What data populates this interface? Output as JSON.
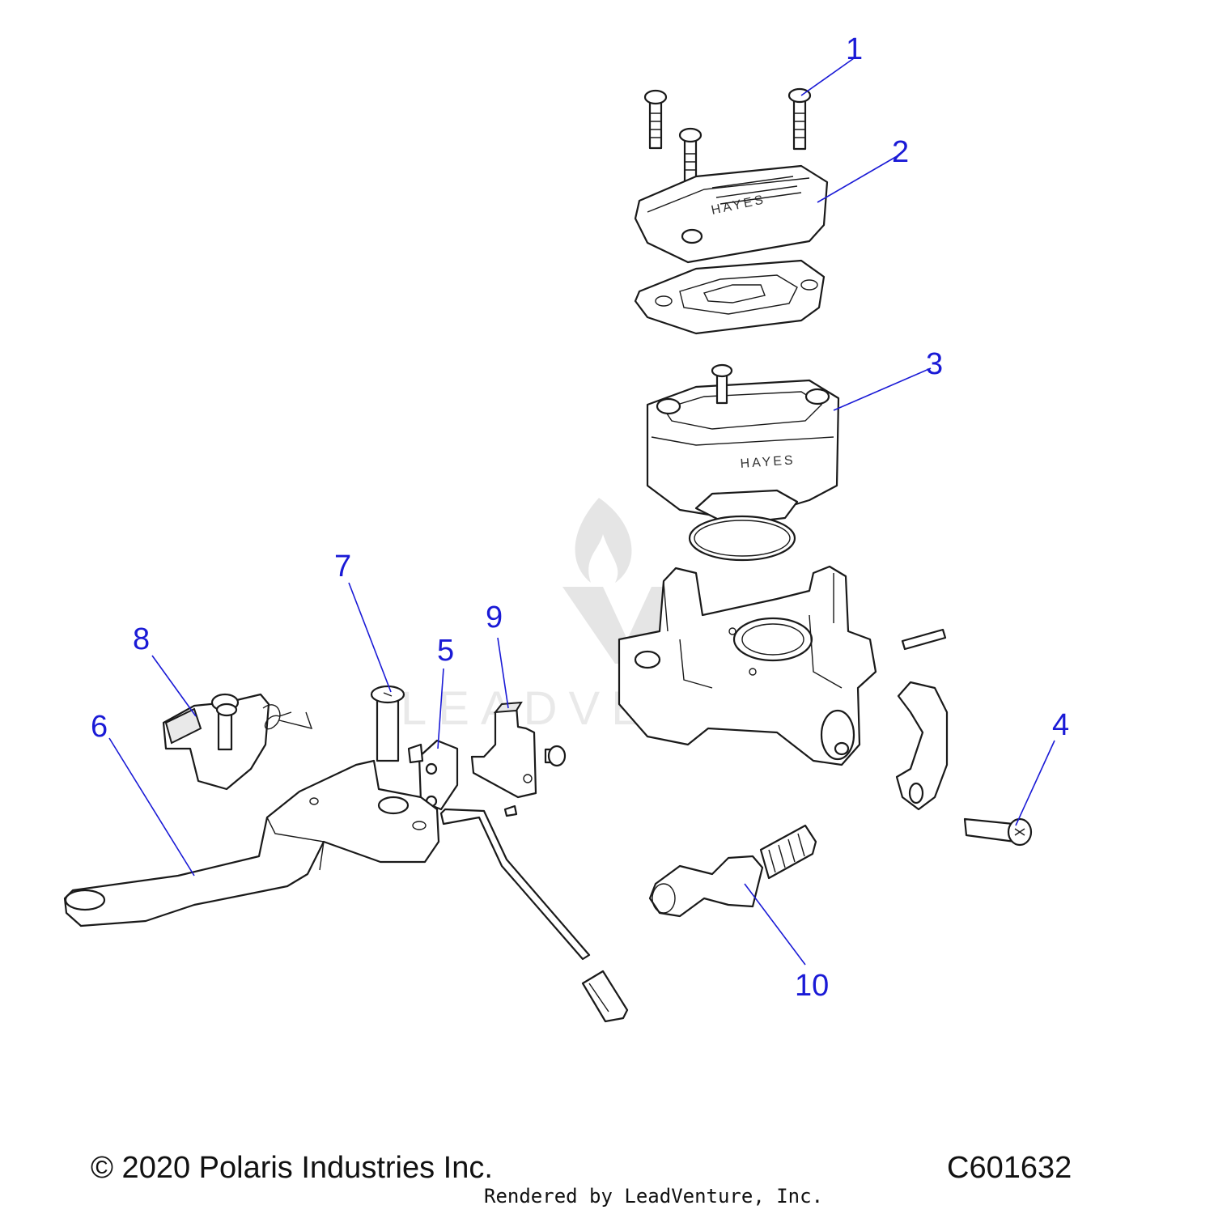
{
  "callouts": [
    {
      "id": "1",
      "label": "1"
    },
    {
      "id": "2",
      "label": "2"
    },
    {
      "id": "3",
      "label": "3"
    },
    {
      "id": "4",
      "label": "4"
    },
    {
      "id": "5",
      "label": "5"
    },
    {
      "id": "6",
      "label": "6"
    },
    {
      "id": "7",
      "label": "7"
    },
    {
      "id": "8",
      "label": "8"
    },
    {
      "id": "9",
      "label": "9"
    },
    {
      "id": "10",
      "label": "10"
    }
  ],
  "engravings": {
    "cover_brand": "HAYES",
    "reservoir_brand": "HAYES"
  },
  "watermark": {
    "text": "LEADVENTURE"
  },
  "footer": {
    "copyright": "© 2020 Polaris Industries Inc.",
    "diagram_code": "C601632",
    "rendered_by": "Rendered by LeadVenture, Inc."
  },
  "colors": {
    "callout": "#1a1ad6",
    "line": "#1a1a1a",
    "watermark": "#cfcfcf"
  }
}
